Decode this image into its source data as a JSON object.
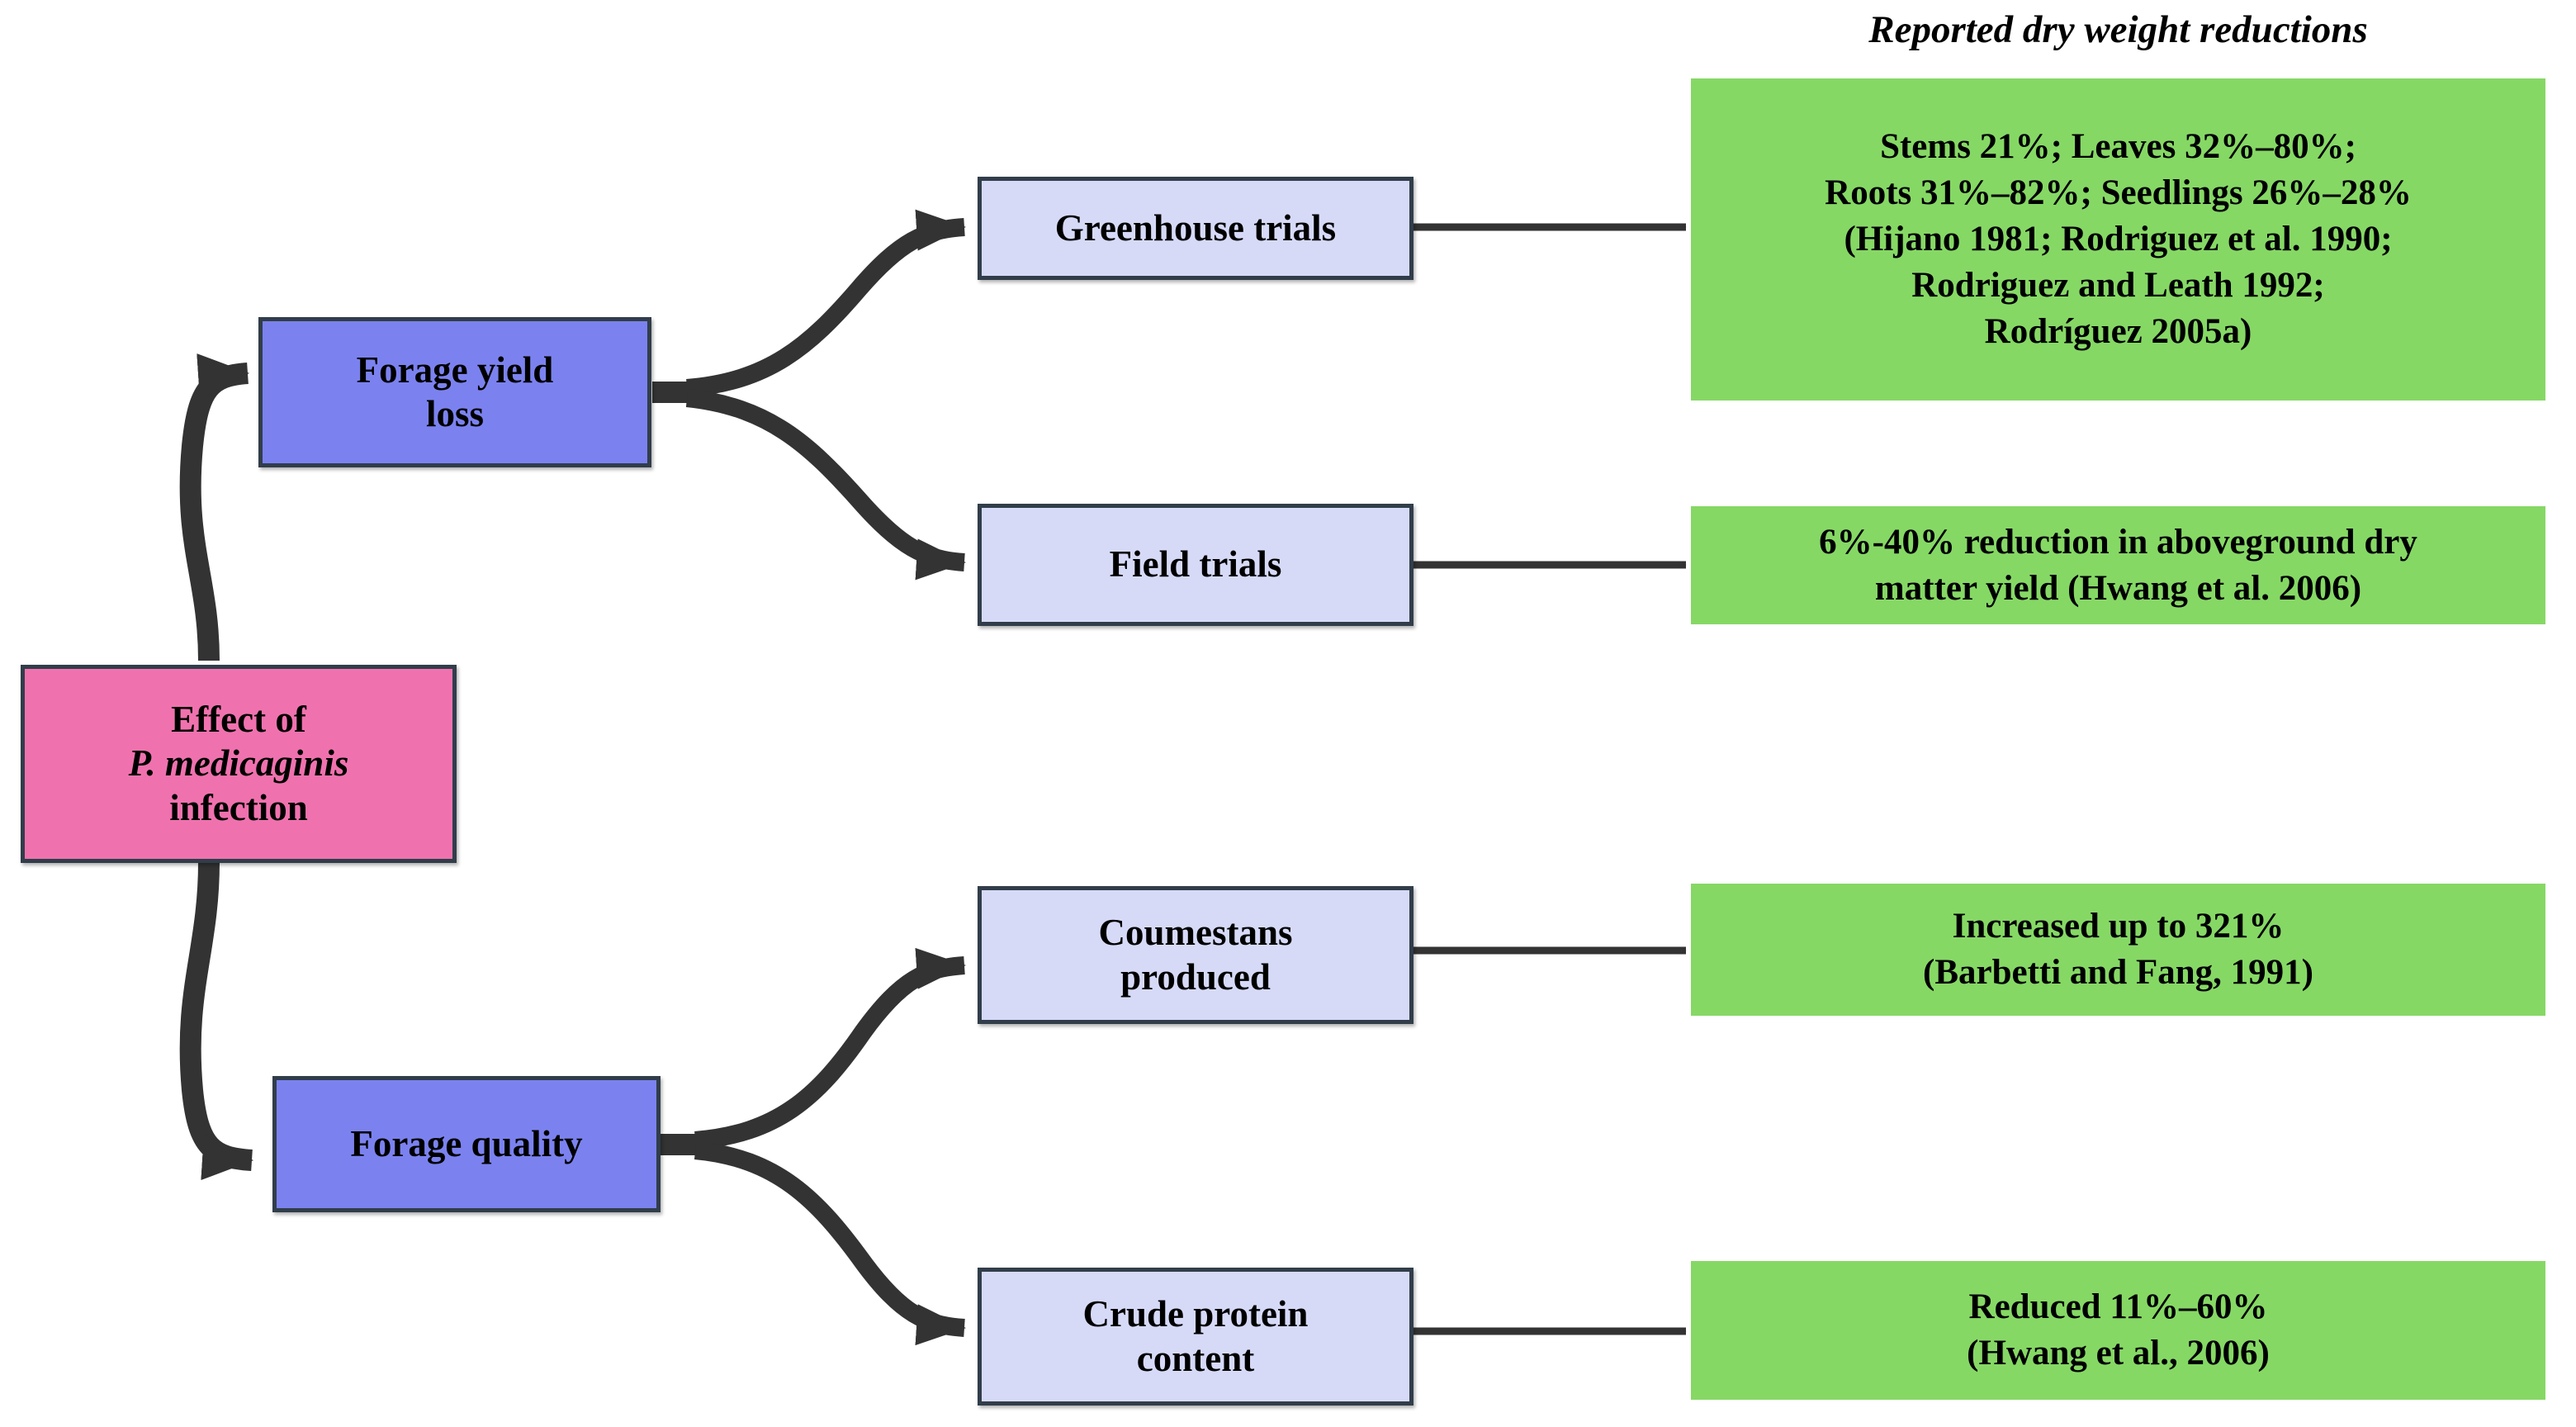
{
  "diagram": {
    "column_header": "Reported dry weight reductions",
    "colors": {
      "source_box": "#ef72ae",
      "primary_box": "#7b82ef",
      "secondary_box": "#d6daf7",
      "outcome_box": "#86d865",
      "border": "#313d4a",
      "connector": "#333333",
      "background": "#ffffff",
      "text": "#000000"
    },
    "nodes": {
      "source": {
        "line1": "Effect of",
        "line2": "P. medicaginis",
        "line3": "infection"
      },
      "forage_yield_loss": "Forage yield\nloss",
      "forage_quality": "Forage quality",
      "greenhouse_trials": "Greenhouse trials",
      "field_trials": "Field trials",
      "coumestans_produced": "Coumestans\nproduced",
      "crude_protein_content": "Crude protein\ncontent"
    },
    "outcomes": {
      "greenhouse": "Stems 21%; Leaves 32%–80%;\nRoots 31%–82%; Seedlings  26%–28%\n(Hijano 1981; Rodriguez et al. 1990;\nRodriguez and Leath 1992;\nRodríguez 2005a)",
      "field": "6%-40% reduction in aboveground dry\nmatter yield (Hwang et al. 2006)",
      "coumestans": "Increased up to 321%\n(Barbetti and Fang, 1991)",
      "crude_protein": "Reduced 11%–60%\n(Hwang et al., 2006)"
    }
  }
}
